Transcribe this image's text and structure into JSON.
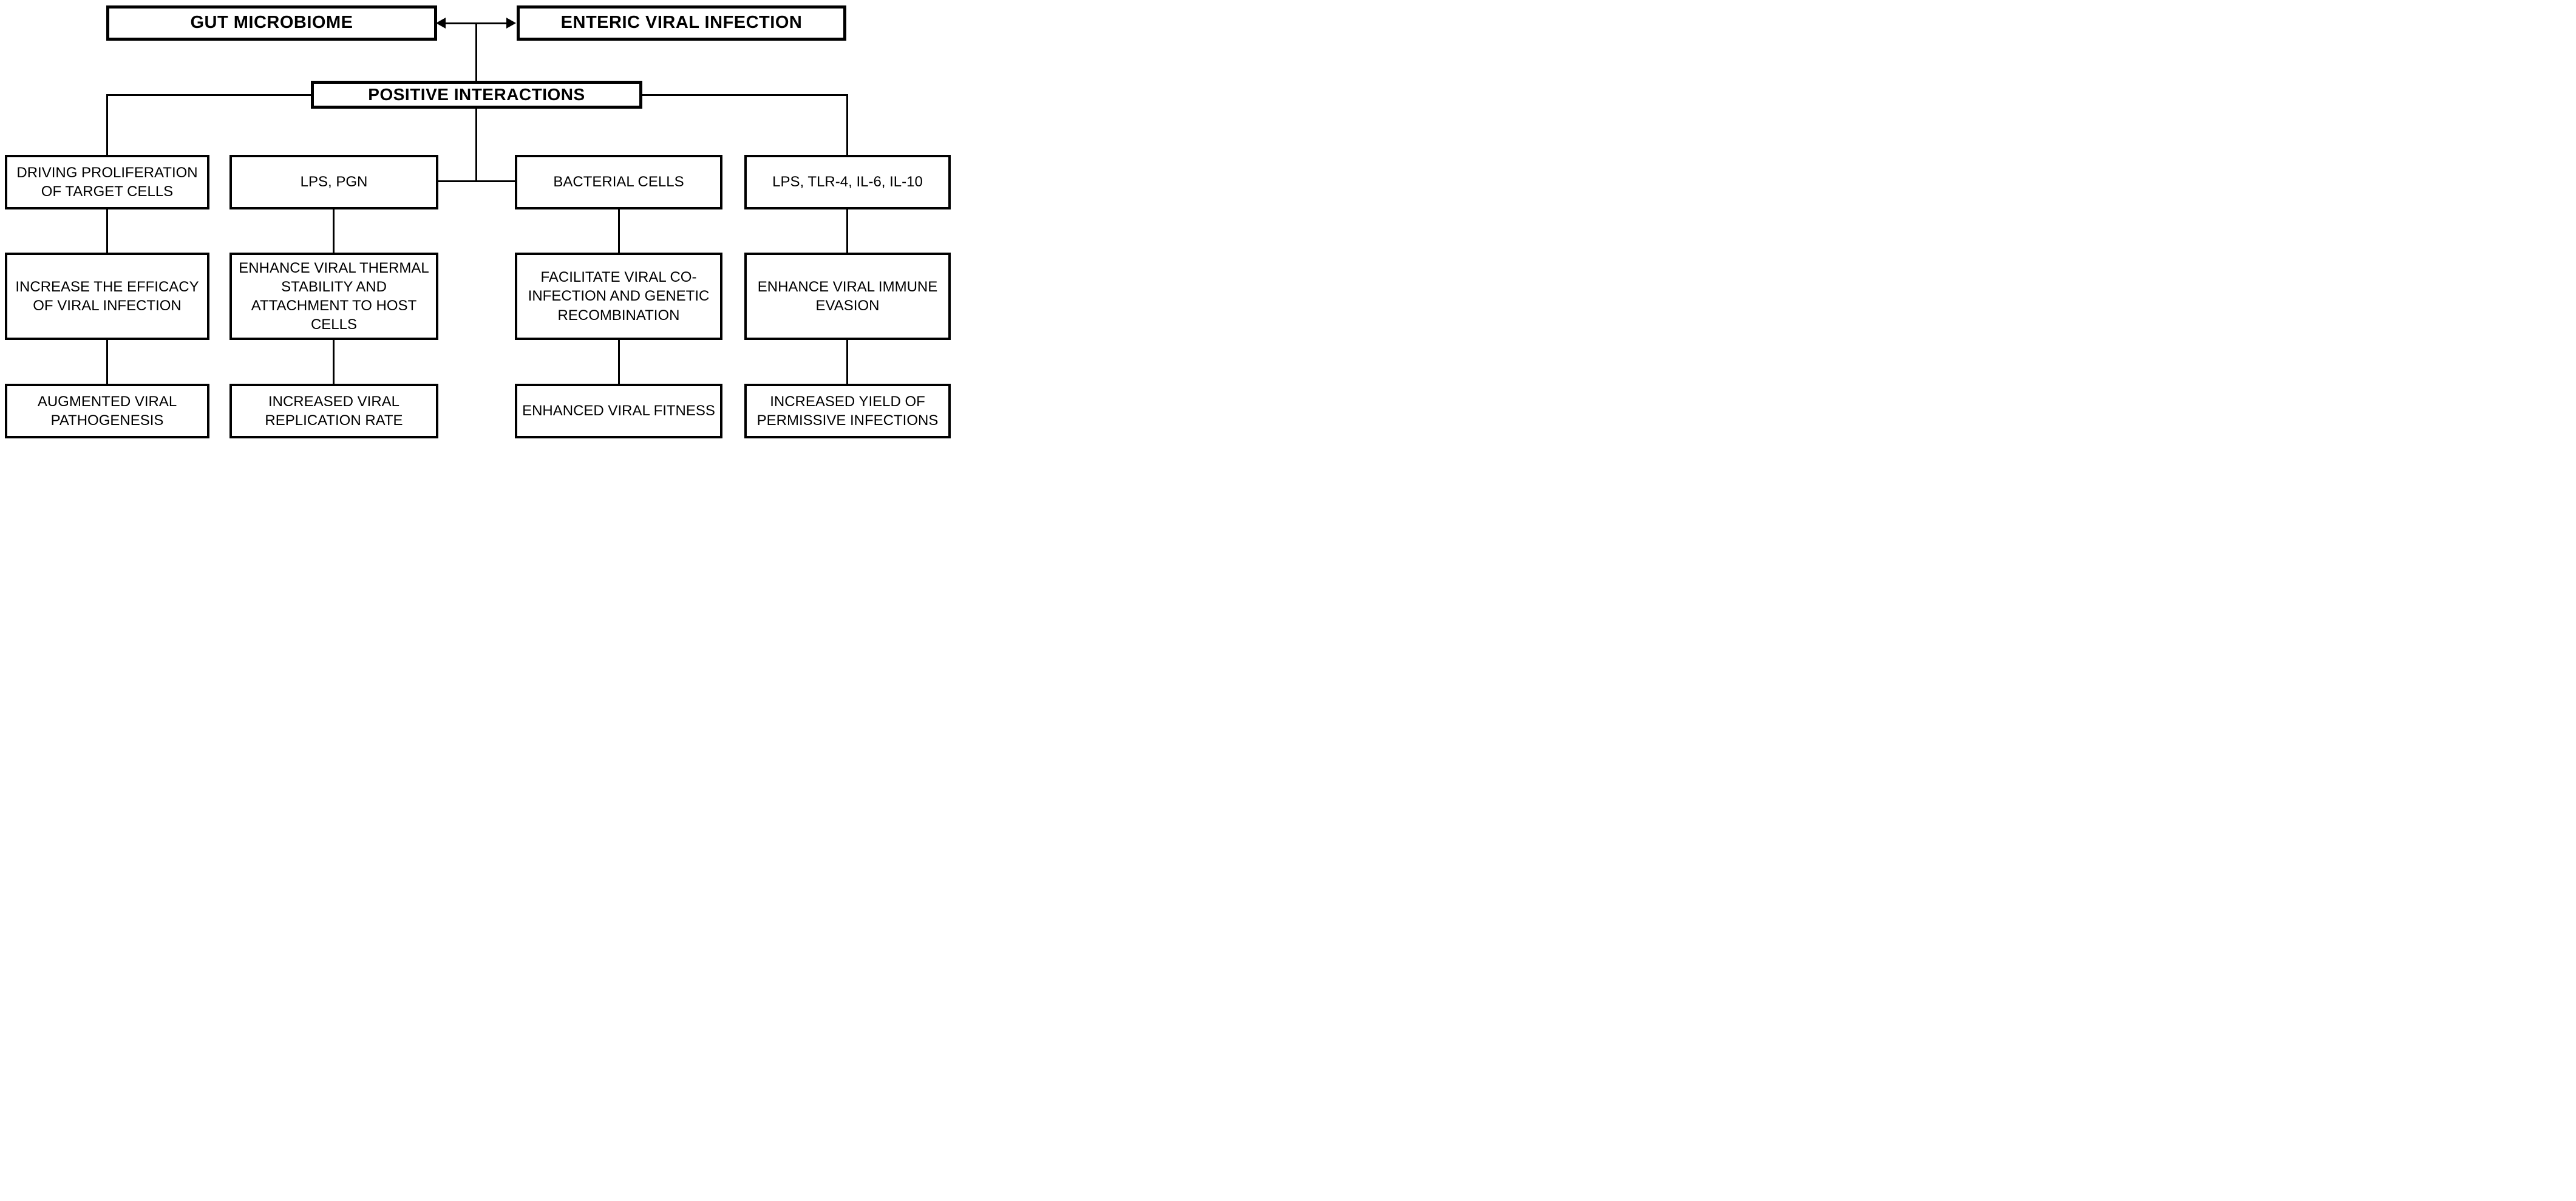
{
  "figure": {
    "background_color": "#ffffff",
    "line_color": "#000000",
    "text_color": "#000000",
    "top_left_box": "GUT MICROBIOME",
    "top_right_box": "ENTERIC VIRAL INFECTION",
    "hub_box": "POSITIVE INTERACTIONS",
    "columns": [
      {
        "mediator": "DRIVING PROLIFERATION OF TARGET CELLS",
        "mechanism": "INCREASE THE EFFICACY OF VIRAL INFECTION",
        "outcome": "AUGMENTED VIRAL PATHOGENESIS"
      },
      {
        "mediator": "LPS, PGN",
        "mechanism": "ENHANCE VIRAL THERMAL STABILITY AND ATTACHMENT TO HOST CELLS",
        "outcome": "INCREASED VIRAL REPLICATION RATE"
      },
      {
        "mediator": "BACTERIAL CELLS",
        "mechanism": "FACILITATE VIRAL CO-INFECTION AND GENETIC RECOMBINATION",
        "outcome": "ENHANCED VIRAL FITNESS"
      },
      {
        "mediator": "LPS, TLR-4, IL-6, IL-10",
        "mechanism": "ENHANCE VIRAL IMMUNE EVASION",
        "outcome": "INCREASED YIELD OF PERMISSIVE INFECTIONS"
      }
    ]
  }
}
